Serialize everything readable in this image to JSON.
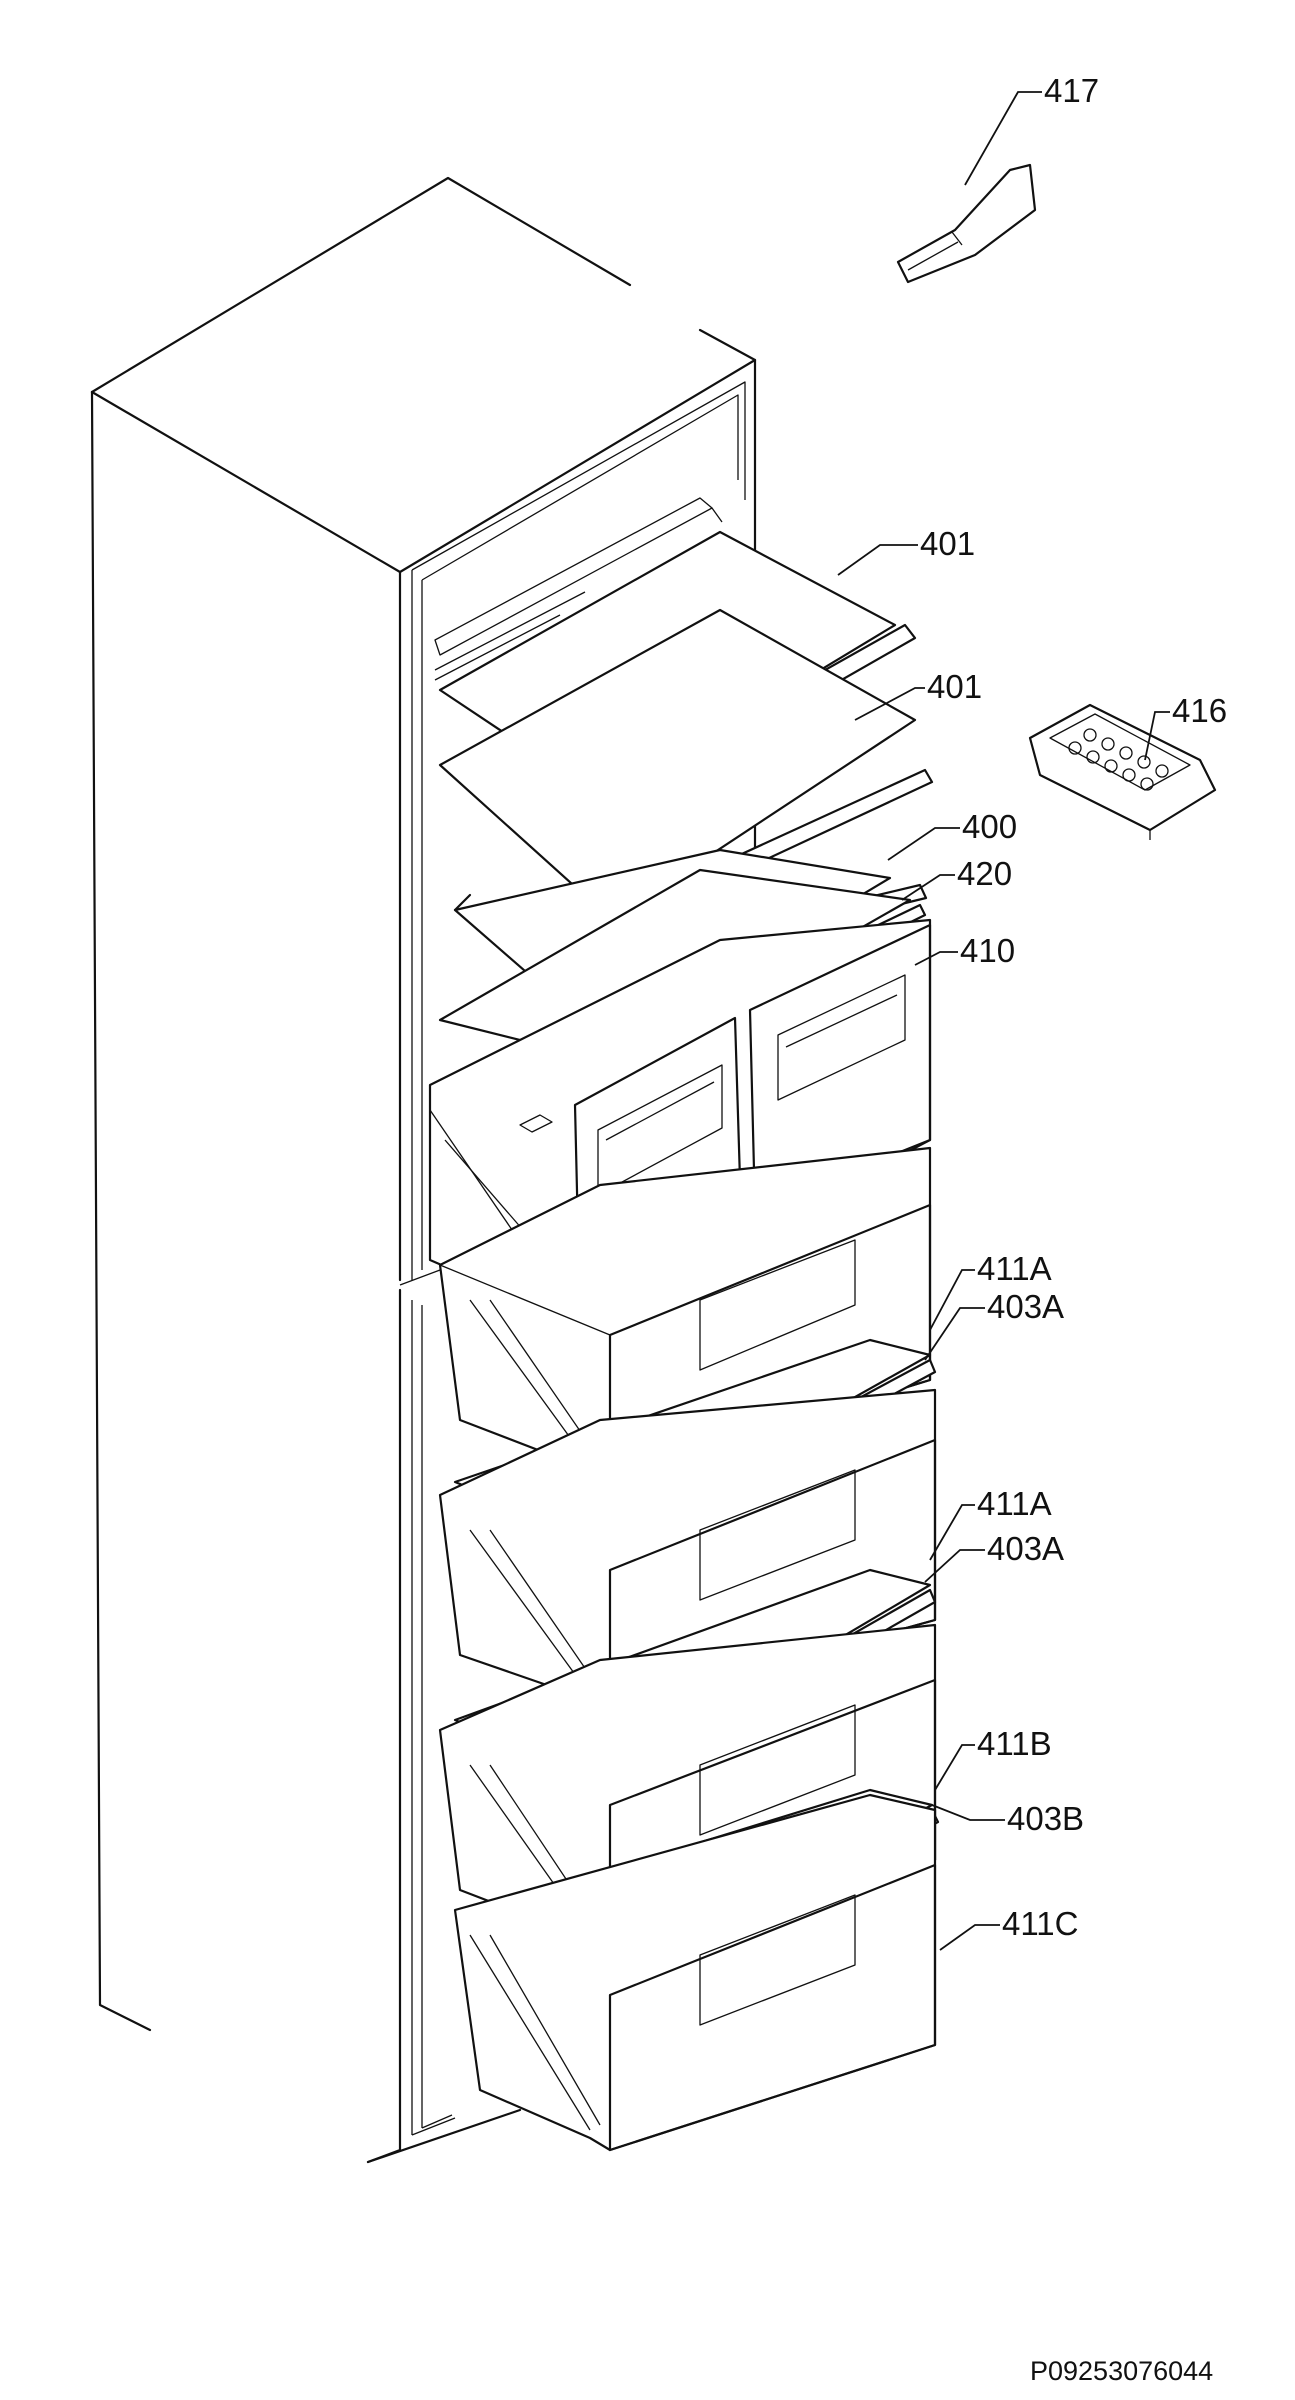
{
  "parts": [
    {
      "id": "p417",
      "label": "417"
    },
    {
      "id": "p401a",
      "label": "401"
    },
    {
      "id": "p401b",
      "label": "401"
    },
    {
      "id": "p416",
      "label": "416"
    },
    {
      "id": "p400",
      "label": "400"
    },
    {
      "id": "p420",
      "label": "420"
    },
    {
      "id": "p410",
      "label": "410"
    },
    {
      "id": "p411a1",
      "label": "411A"
    },
    {
      "id": "p403a1",
      "label": "403A"
    },
    {
      "id": "p411a2",
      "label": "411A"
    },
    {
      "id": "p403a2",
      "label": "403A"
    },
    {
      "id": "p411b",
      "label": "411B"
    },
    {
      "id": "p403b",
      "label": "403B"
    },
    {
      "id": "p411c",
      "label": "411C"
    }
  ],
  "document_id": "P09253076044"
}
